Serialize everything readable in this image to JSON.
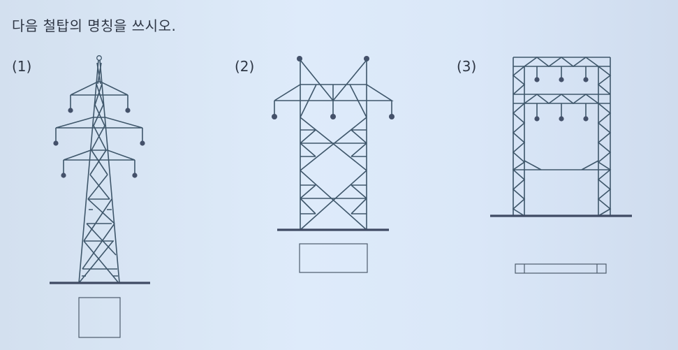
{
  "question": {
    "title": "다음 철탑의 명칭을 쓰시오."
  },
  "figures": [
    {
      "label": "(1)",
      "description": "lattice transmission tower with three cross-arm levels",
      "answer_box": "square"
    },
    {
      "label": "(2)",
      "description": "H-type / gate lattice tower with peak ground wires",
      "answer_box": "rectangle"
    },
    {
      "label": "(3)",
      "description": "portal (gantry) tower with two truss beams",
      "answer_box": "narrow rectangle"
    }
  ],
  "colors": {
    "line": "#3e566a",
    "ground": "#3f4a63",
    "background": "#dae7f8"
  }
}
